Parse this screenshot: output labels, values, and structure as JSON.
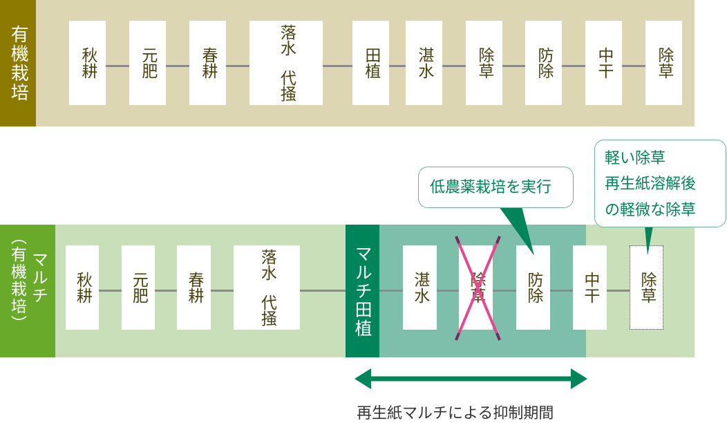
{
  "organic": {
    "label": "有機栽培",
    "steps": [
      "秋耕",
      "元肥",
      "春耕",
      "代掻",
      "落水",
      "田植",
      "湛水",
      "除草",
      "防除",
      "中干",
      "除草"
    ]
  },
  "mulch": {
    "label_main": "マルチ",
    "label_sub": "（有機栽培）",
    "steps": [
      "秋耕",
      "元肥",
      "春耕",
      "代掻",
      "落水",
      "マルチ田植",
      "湛水",
      "除草",
      "防除",
      "中干",
      "除草"
    ]
  },
  "callouts": {
    "low_pesticide": "低農薬栽培を実行",
    "light_weeding": [
      "軽い除草",
      "再生紙溶解後",
      "の軽微な除草"
    ]
  },
  "arrow_label": "再生紙マルチによる抑制期間",
  "colors": {
    "organic_label": "#8c7b00",
    "organic_bg": "#ddd6b2",
    "mulch_label": "#6aaa2a",
    "mulch_bg": "#c8dfb9",
    "mulch_dark": "#00845a",
    "mulch_period": "#7dbfaa",
    "cross": "#e8478f"
  }
}
